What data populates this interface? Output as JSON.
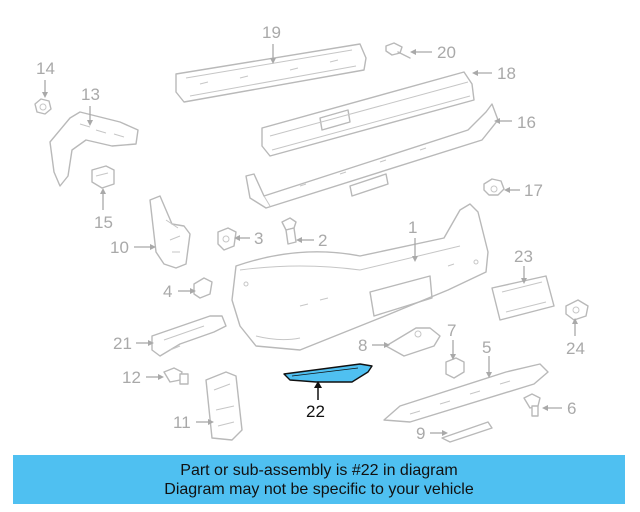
{
  "callouts": {
    "c1": "1",
    "c2": "2",
    "c3": "3",
    "c4": "4",
    "c5": "5",
    "c6": "6",
    "c7": "7",
    "c8": "8",
    "c9": "9",
    "c10": "10",
    "c11": "11",
    "c12": "12",
    "c13": "13",
    "c14": "14",
    "c15": "15",
    "c16": "16",
    "c17": "17",
    "c18": "18",
    "c19": "19",
    "c20": "20",
    "c21": "21",
    "c22": "22",
    "c23": "23",
    "c24": "24"
  },
  "highlight": {
    "part": "22",
    "color": "#4fc0f1"
  },
  "banner": {
    "line1": "Part or sub-assembly is #22 in diagram",
    "line2": "Diagram may not be specific to your vehicle",
    "background": "#4fc0f1"
  }
}
